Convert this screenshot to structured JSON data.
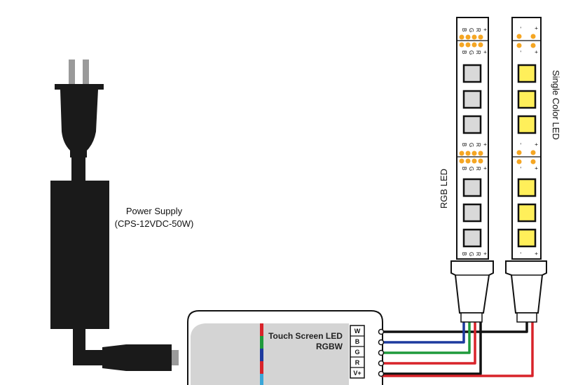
{
  "power_supply": {
    "name": "Power Supply",
    "model": "(CPS-12VDC-50W)"
  },
  "controller": {
    "title_line1": "Touch Screen LED",
    "title_line2": "RGBW",
    "pins": [
      "W",
      "B",
      "G",
      "R",
      "V+"
    ]
  },
  "rgb_strip": {
    "label": "RGB LED",
    "pad_labels": [
      "B",
      "G",
      "R",
      "+"
    ]
  },
  "single_strip": {
    "label": "Single Color LED",
    "pad_labels": [
      "-",
      "+"
    ]
  },
  "colors": {
    "outline": "#111111",
    "body": "#1a1a1a",
    "controller_panel": "#d4d4d4",
    "pad": "#f5a623",
    "rgb_led": "#d9d9d9",
    "single_led": "#ffef5a",
    "wire_white": "#111111",
    "wire_blue": "#1d3a9e",
    "wire_green": "#1f9a3c",
    "wire_red": "#d8232a",
    "prong": "#9a9a9a"
  }
}
